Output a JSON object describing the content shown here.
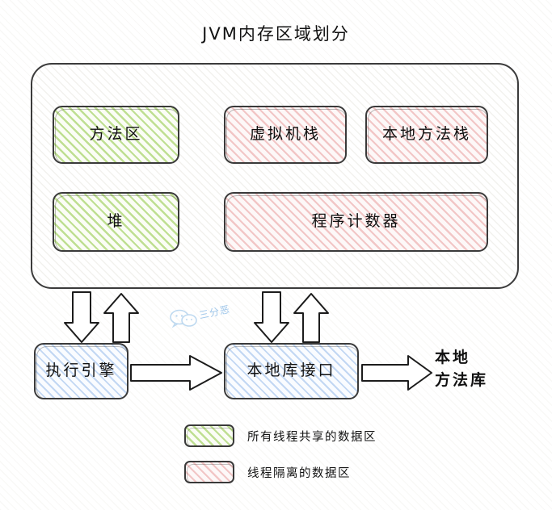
{
  "title": "JVM内存区域划分",
  "memory_container": {
    "name": "jvm-runtime-data-area",
    "regions": [
      {
        "id": "method-area",
        "label": "方法区",
        "fill": "shared",
        "color": "#8dc63f"
      },
      {
        "id": "vm-stack",
        "label": "虚拟机栈",
        "fill": "isolated",
        "color": "#e28282"
      },
      {
        "id": "native-stack",
        "label": "本地方法栈",
        "fill": "isolated",
        "color": "#e28282"
      },
      {
        "id": "heap",
        "label": "堆",
        "fill": "shared",
        "color": "#8dc63f"
      },
      {
        "id": "pc-register",
        "label": "程序计数器",
        "fill": "isolated",
        "color": "#e28282"
      }
    ]
  },
  "bottom": {
    "exec_engine": "执行引擎",
    "native_interface": "本地库接口",
    "native_library": "本地\n方法库",
    "native_library_line1": "本地",
    "native_library_line2": "方法库"
  },
  "legend": {
    "items": [
      {
        "id": "shared",
        "label": "所有线程共享的数据区",
        "color": "#8dc63f"
      },
      {
        "id": "isolated",
        "label": "线程隔离的数据区",
        "color": "#e28282"
      }
    ]
  },
  "watermark": {
    "text": "三分恶",
    "icon": "wechat-icon",
    "color": "#9ec6ea"
  },
  "arrows": [
    {
      "id": "method-area-down",
      "direction": "down",
      "from": "runtime-data-area",
      "to": "exec-engine"
    },
    {
      "id": "method-area-up",
      "direction": "up",
      "from": "exec-engine",
      "to": "runtime-data-area"
    },
    {
      "id": "pc-down",
      "direction": "down",
      "from": "runtime-data-area",
      "to": "native-interface"
    },
    {
      "id": "pc-up",
      "direction": "up",
      "from": "native-interface",
      "to": "runtime-data-area"
    },
    {
      "id": "engine-to-iface",
      "direction": "right",
      "from": "exec-engine",
      "to": "native-interface"
    },
    {
      "id": "iface-to-library",
      "direction": "right",
      "from": "native-interface",
      "to": "native-library"
    }
  ],
  "colors": {
    "stroke": "#3a3a3a",
    "background": "#ffffff",
    "shared_fill": "#8dc63f",
    "isolated_fill": "#e28282",
    "engine_fill": "#6ea0e1"
  }
}
